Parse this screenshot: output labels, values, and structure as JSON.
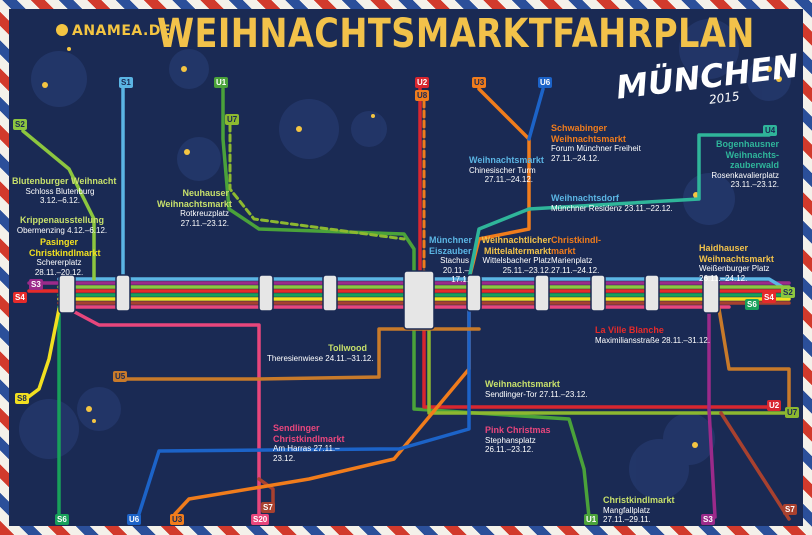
{
  "brand": "ANAMEA.DE",
  "title": "WEIHNACHTSMARKTFAHRPLAN",
  "city": "MÜNCHEN",
  "year": "2015",
  "colors": {
    "background": "#1a2a54",
    "title": "#f2c24a",
    "S1": "#5bb5e4",
    "S2": "#8cc63f",
    "S3": "#9b2a8a",
    "S4": "#e52a2a",
    "S6": "#18a05a",
    "S7": "#a8412f",
    "S8": "#f2e020",
    "S20": "#e8467c",
    "U1": "#4aa23a",
    "U2": "#d8262f",
    "U3": "#f07c1c",
    "U4": "#2fb59a",
    "U5": "#c87a2a",
    "U6": "#1c63c8",
    "U7": "#8cb830",
    "U8": "#f07c1c"
  },
  "lines": [
    "S1",
    "S2",
    "S3",
    "S4",
    "S6",
    "S7",
    "S8",
    "S20",
    "U1",
    "U2",
    "U3",
    "U4",
    "U5",
    "U6",
    "U7",
    "U8"
  ],
  "markets": [
    {
      "name": "Blutenburger Weihnacht",
      "place": "Schloss Blutenburg",
      "dates": "3.12.–6.12."
    },
    {
      "name": "Krippenausstellung",
      "place": "Obermenzing",
      "dates": "4.12.–6.12."
    },
    {
      "name": "Pasinger Christkindlmarkt",
      "place": "Schererplatz",
      "dates": "28.11.–20.12."
    },
    {
      "name": "Neuhauser Weihnachtsmarkt",
      "place": "Rotkreuzplatz",
      "dates": "27.11.–23.12."
    },
    {
      "name": "Münchner Eiszauber",
      "place": "Stachus",
      "dates": "20.11.–17.1."
    },
    {
      "name": "Weihnachtsmarkt",
      "place": "Chinesischer Turm",
      "dates": "27.11.–24.12."
    },
    {
      "name": "Schwabinger Weihnachtsmarkt",
      "place": "Forum Münchner Freiheit",
      "dates": "27.11.–24.12."
    },
    {
      "name": "Weihnachtsdorf",
      "place": "Münchner Residenz",
      "dates": "23.11.–22.12."
    },
    {
      "name": "Bogenhausner Weihnachts-zauberwald",
      "place": "Rosenkavalierplatz",
      "dates": "23.11.–23.12."
    },
    {
      "name": "Weihnachtlicher Mittelaltermarkt",
      "place": "Wittelsbacher Platz",
      "dates": "25.11.–23.12."
    },
    {
      "name": "Christkindl-markt",
      "place": "Marienplatz",
      "dates": "27.11.–24.12."
    },
    {
      "name": "Haidhauser Weihnachtsmarkt",
      "place": "Weißenburger Platz",
      "dates": "26.11.–24.12."
    },
    {
      "name": "Tollwood",
      "place": "Theresienwiese",
      "dates": "24.11.–31.12."
    },
    {
      "name": "La Ville Blanche",
      "place": "Maximiliansstraße",
      "dates": "28.11.–31.12."
    },
    {
      "name": "Weihnachtsmarkt",
      "place": "Sendlinger-Tor",
      "dates": "27.11.–23.12."
    },
    {
      "name": "Sendlinger Christkindlmarkt",
      "place": "Am Harras",
      "dates": "27.11.–23.12."
    },
    {
      "name": "Pink Christmas",
      "place": "Stephansplatz",
      "dates": "26.11.–23.12."
    },
    {
      "name": "Christkindlmarkt",
      "place": "Mangfallplatz",
      "dates": "27.11.–29.11."
    }
  ]
}
